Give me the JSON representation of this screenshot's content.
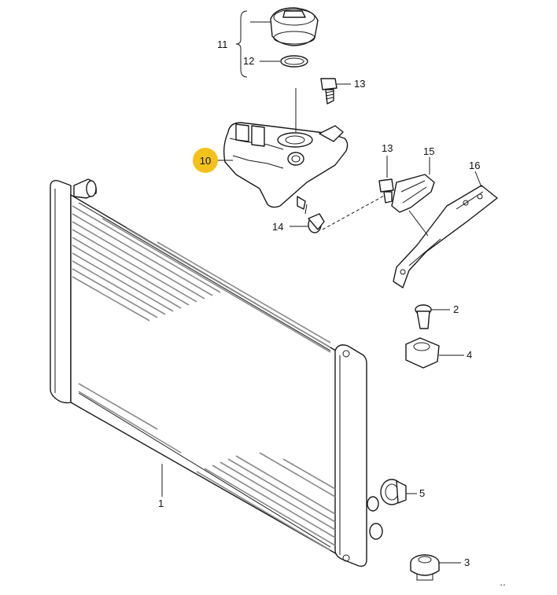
{
  "callouts": [
    {
      "id": "1",
      "label": "1"
    },
    {
      "id": "2",
      "label": "2"
    },
    {
      "id": "3",
      "label": "3"
    },
    {
      "id": "4",
      "label": "4"
    },
    {
      "id": "5",
      "label": "5"
    },
    {
      "id": "10",
      "label": "10"
    },
    {
      "id": "11",
      "label": "11"
    },
    {
      "id": "12",
      "label": "12"
    },
    {
      "id": "13a",
      "label": "13"
    },
    {
      "id": "13b",
      "label": "13"
    },
    {
      "id": "14",
      "label": "14"
    },
    {
      "id": "15",
      "label": "15"
    },
    {
      "id": "16",
      "label": "16"
    }
  ],
  "colors": {
    "highlight": "#f2c21b",
    "fin": "#8a8a8a",
    "line": "#1a1a1a"
  }
}
